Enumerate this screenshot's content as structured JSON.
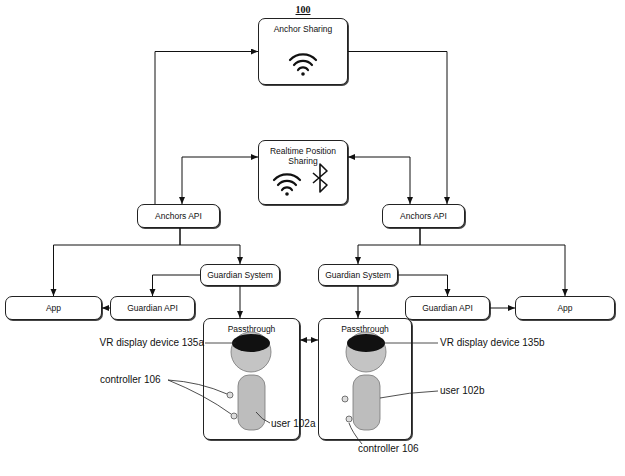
{
  "diagram": {
    "nodes": [
      {
        "text": [
          "Anchor Sharing"
        ]
      },
      {
        "text": [
          "Realtime Position Sharing"
        ]
      },
      {
        "text": [
          "Anchors API"
        ]
      },
      {
        "text": [
          "Anchors API"
        ]
      },
      {
        "text": [
          "Guardian System"
        ]
      },
      {
        "text": [
          "Guardian System"
        ]
      },
      {
        "text": [
          "App"
        ]
      },
      {
        "text": [
          "Guardian API"
        ]
      },
      {
        "text": [
          "Guardian API"
        ]
      },
      {
        "text": [
          "App"
        ]
      },
      {
        "text": [
          "Passthrough"
        ]
      },
      {
        "text": [
          "Passthrough"
        ]
      }
    ],
    "edges": [
      {
        "from": 2,
        "to": 0,
        "arrow": "to"
      },
      {
        "from": 0,
        "to": 3,
        "arrow": "to"
      },
      {
        "from": 2,
        "to": 1,
        "arrow": "both"
      },
      {
        "from": 3,
        "to": 1,
        "arrow": "both"
      },
      {
        "from": 2,
        "to": 6,
        "arrow": "to"
      },
      {
        "from": 2,
        "to": 4,
        "arrow": "to"
      },
      {
        "from": 3,
        "to": 5,
        "arrow": "to"
      },
      {
        "from": 3,
        "to": 9,
        "arrow": "to"
      },
      {
        "from": 4,
        "to": 7,
        "arrow": "to"
      },
      {
        "from": 4,
        "to": 10,
        "arrow": "to"
      },
      {
        "from": 7,
        "to": 6,
        "arrow": "to"
      },
      {
        "from": 5,
        "to": 8,
        "arrow": "to"
      },
      {
        "from": 5,
        "to": 11,
        "arrow": "to"
      },
      {
        "from": 8,
        "to": 9,
        "arrow": "to"
      },
      {
        "from": 10,
        "to": 11,
        "arrow": "both"
      }
    ],
    "labels": [
      "100",
      "VR display device 135a",
      "controller 106",
      "user 102a",
      "VR display device 135b",
      "user 102b",
      "controller 106"
    ]
  }
}
